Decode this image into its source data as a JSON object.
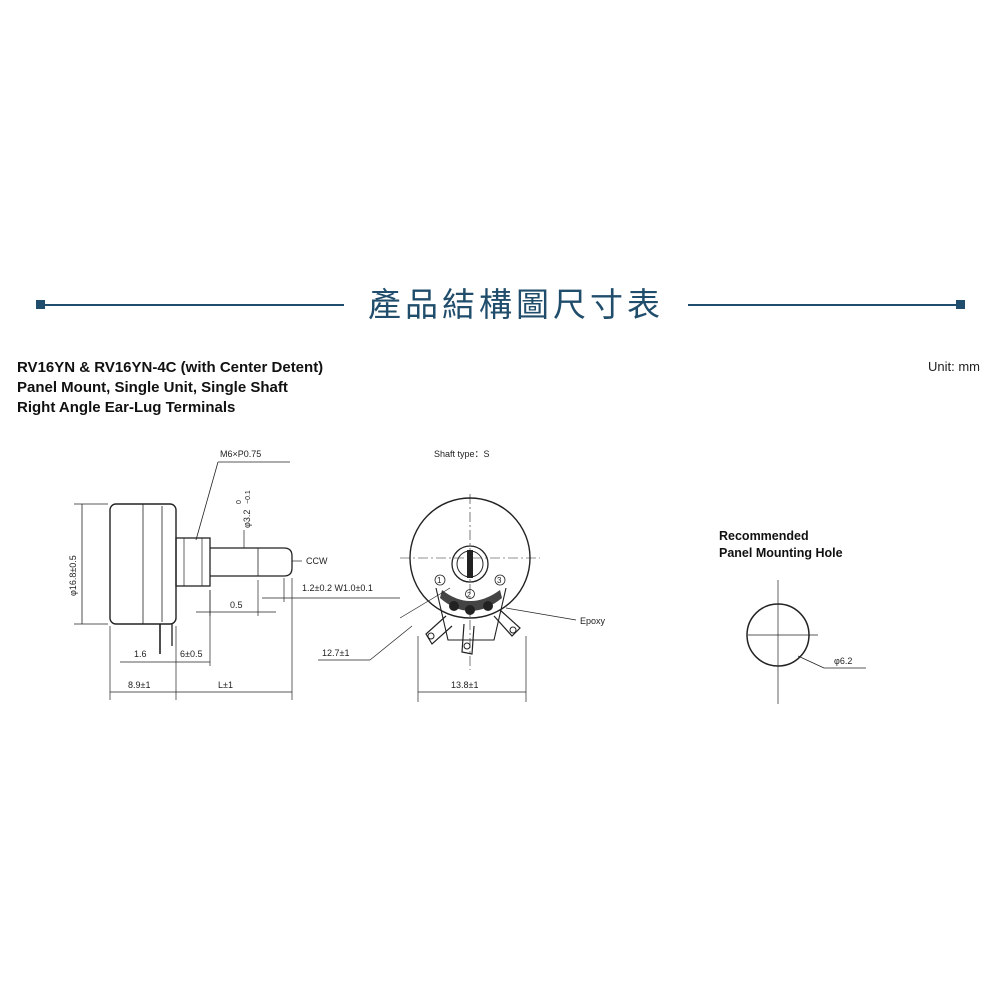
{
  "heading": {
    "title": "產品結構圖尺寸表",
    "accent_color": "#1f4d6b"
  },
  "product": {
    "model": "RV16YN & RV16YN-4C (with Center Detent)",
    "mount": "Panel Mount, Single Unit, Single Shaft",
    "terminals": "Right Angle Ear-Lug Terminals",
    "unit": "Unit: mm"
  },
  "side_view": {
    "thread": "M6×P0.75",
    "shaft_dia": "φ3.2",
    "shaft_tol_upper": "0",
    "shaft_tol_lower": "−0.1",
    "body_dia": "φ16.8±0.5",
    "direction": "CCW",
    "flat_width": "0.5",
    "terminal_width": "1.6",
    "bushing_length": "6±0.5",
    "body_depth": "8.9±1",
    "shaft_length": "L±1",
    "slot_dims": "1.2±0.2  W1.0±0.1"
  },
  "front_view": {
    "shaft_type": "Shaft type：S",
    "epoxy": "Epoxy",
    "terminal_spacing": "12.7±1",
    "terminal_span": "13.8±1",
    "terminal_1": "1",
    "terminal_2": "2",
    "terminal_3": "3"
  },
  "mounting_hole": {
    "title_line1": "Recommended",
    "title_line2": "Panel Mounting Hole",
    "hole_dia": "φ6.2"
  }
}
